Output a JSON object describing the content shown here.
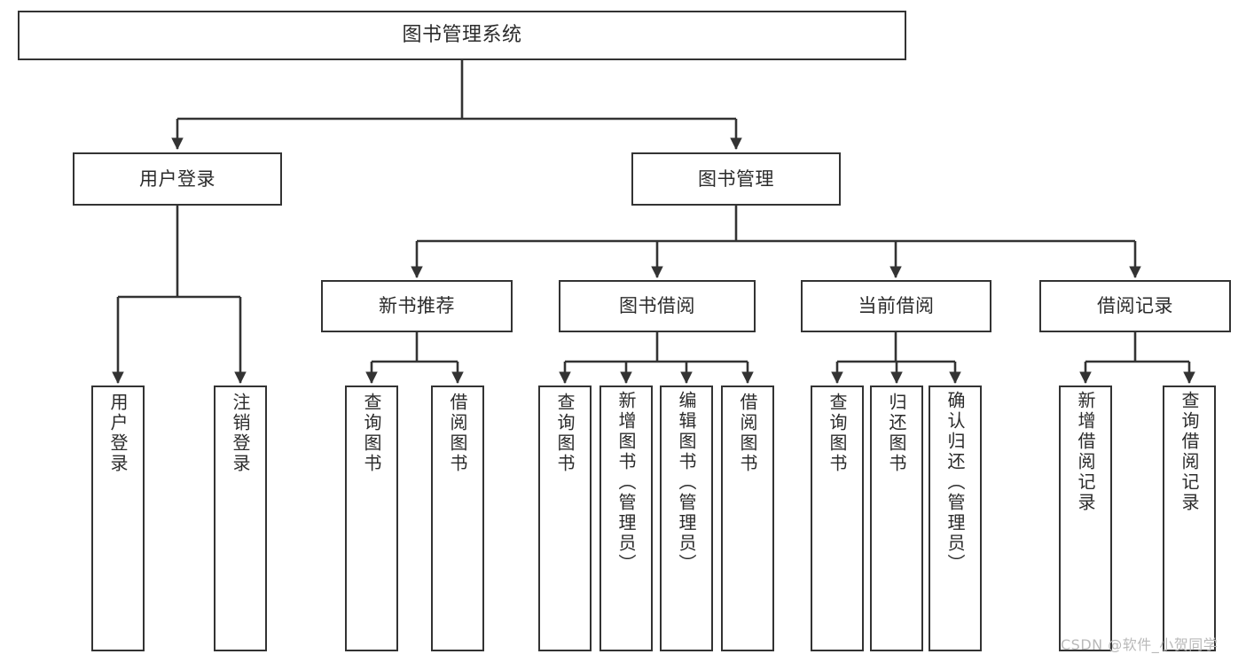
{
  "diagram": {
    "title": "图书管理系统",
    "type": "tree-hierarchy",
    "background": "#ffffff",
    "line_color": "#333333",
    "text_color": "#2b2b2b"
  },
  "nodes": {
    "root": {
      "label": "图书管理系统"
    },
    "level1": [
      {
        "id": "user-login",
        "label": "用户登录"
      },
      {
        "id": "book-manage",
        "label": "图书管理"
      }
    ],
    "level2": [
      {
        "id": "new-book-recommend",
        "label": "新书推荐"
      },
      {
        "id": "book-borrow",
        "label": "图书借阅"
      },
      {
        "id": "current-borrow",
        "label": "当前借阅"
      },
      {
        "id": "borrow-record",
        "label": "借阅记录"
      }
    ],
    "leaves": {
      "user_login": [
        {
          "id": "leaf-user-login",
          "label": "用户登录"
        },
        {
          "id": "leaf-logout",
          "label": "注销登录"
        }
      ],
      "new_book_recommend": [
        {
          "id": "leaf-query-book-1",
          "label": "查询图书"
        },
        {
          "id": "leaf-borrow-book-1",
          "label": "借阅图书"
        }
      ],
      "book_borrow": [
        {
          "id": "leaf-query-book-2",
          "label": "查询图书"
        },
        {
          "id": "leaf-add-book",
          "label": "新增图书（管理员）"
        },
        {
          "id": "leaf-edit-book",
          "label": "编辑图书（管理员）"
        },
        {
          "id": "leaf-borrow-book-2",
          "label": "借阅图书"
        }
      ],
      "current_borrow": [
        {
          "id": "leaf-query-book-3",
          "label": "查询图书"
        },
        {
          "id": "leaf-return-book",
          "label": "归还图书"
        },
        {
          "id": "leaf-confirm-return",
          "label": "确认归还（管理员）"
        }
      ],
      "borrow_record": [
        {
          "id": "leaf-add-record",
          "label": "新增借阅记录"
        },
        {
          "id": "leaf-query-record",
          "label": "查询借阅记录"
        }
      ]
    }
  },
  "watermark": {
    "text": "CSDN @软件_小贺同学"
  }
}
